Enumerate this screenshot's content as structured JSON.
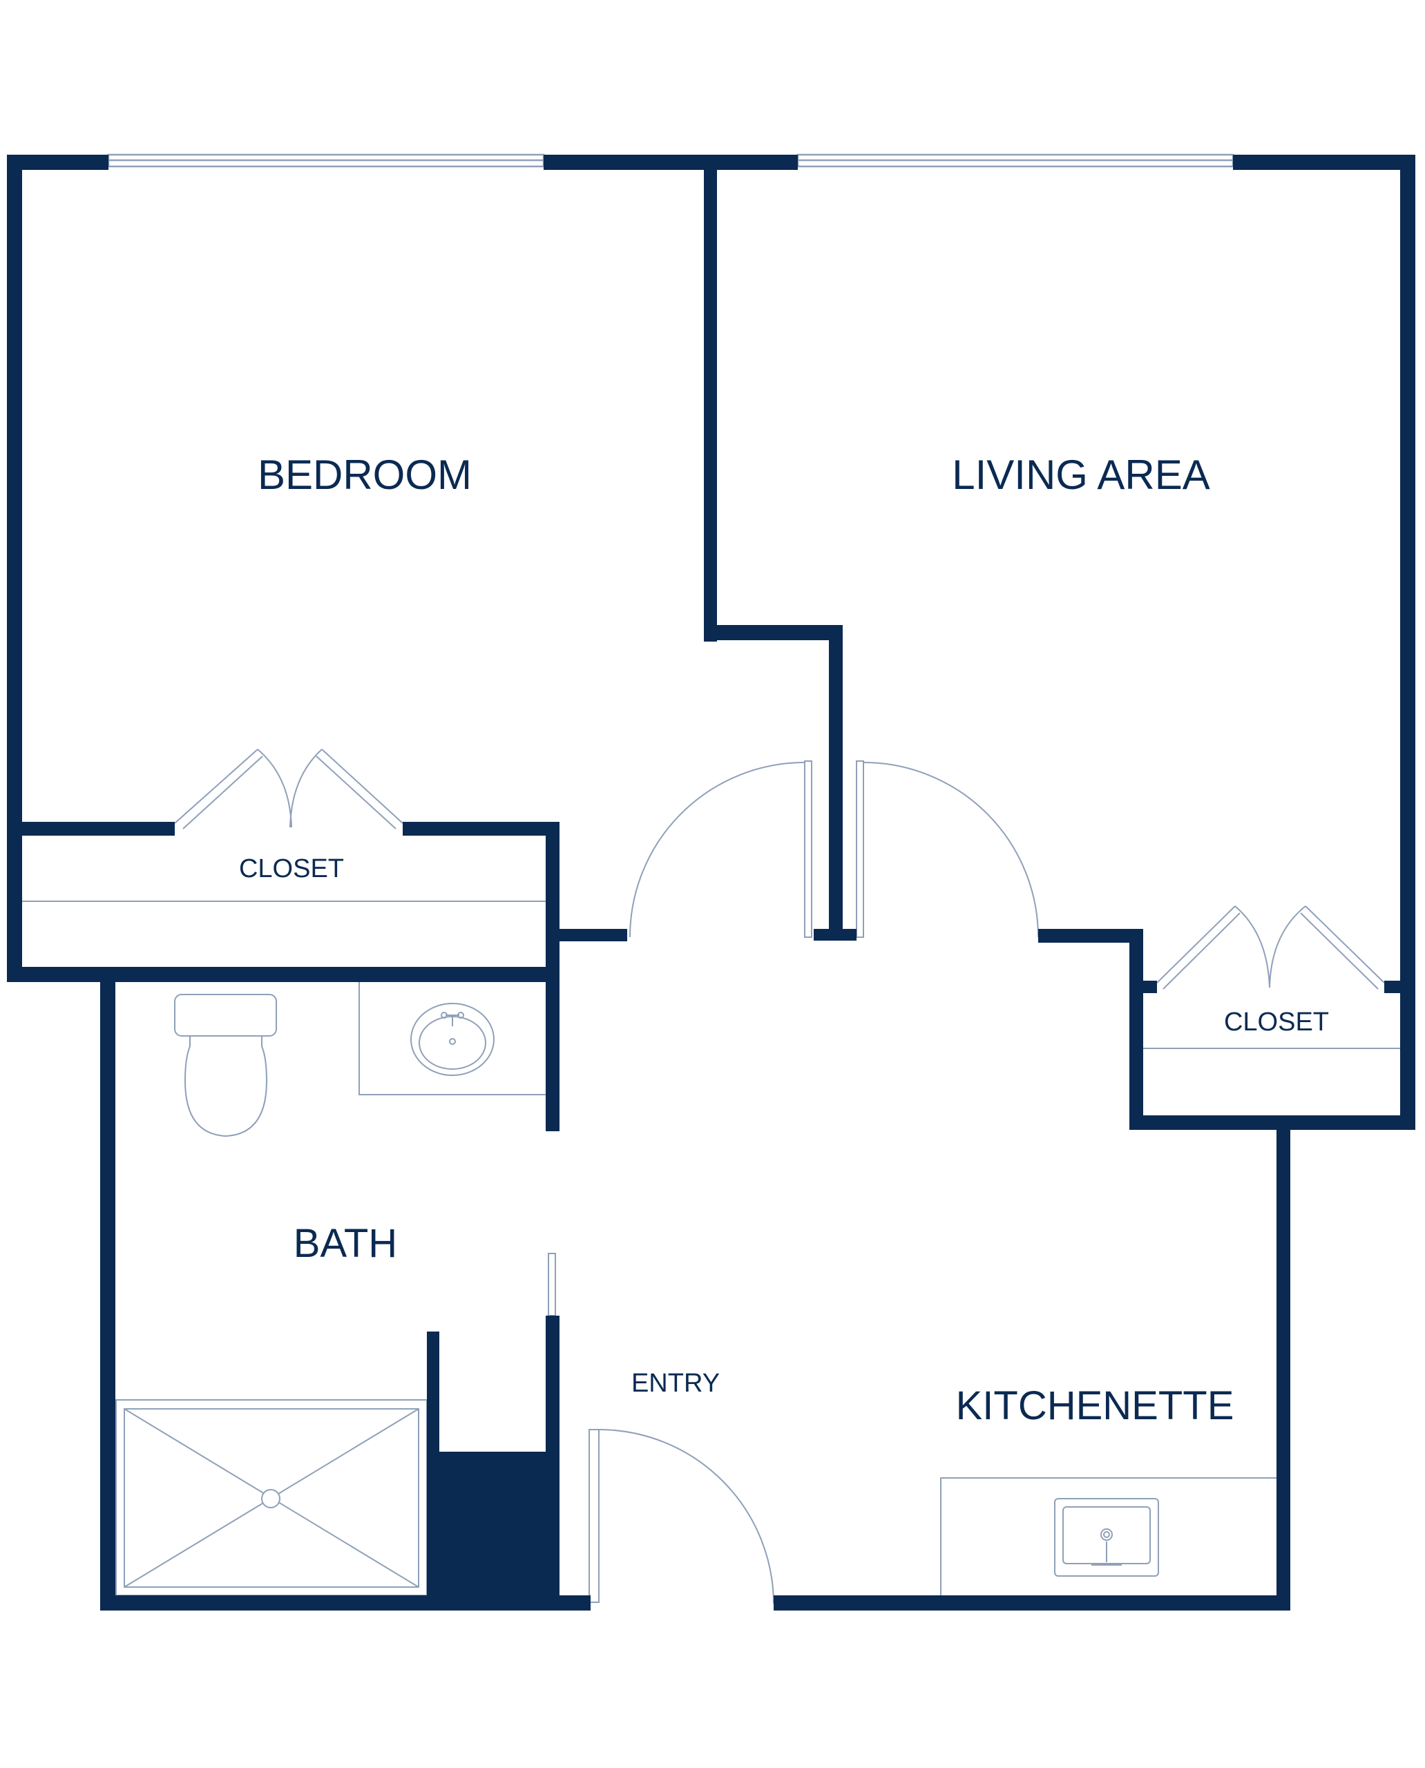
{
  "colors": {
    "wall": "#0b2a52",
    "fixture_line": "#8fa0b8",
    "background": "#ffffff"
  },
  "rooms": {
    "bedroom": "BEDROOM",
    "living_area": "LIVING AREA",
    "bedroom_closet": "CLOSET",
    "living_closet": "CLOSET",
    "bath": "BATH",
    "entry": "ENTRY",
    "kitchenette": "KITCHENETTE"
  }
}
